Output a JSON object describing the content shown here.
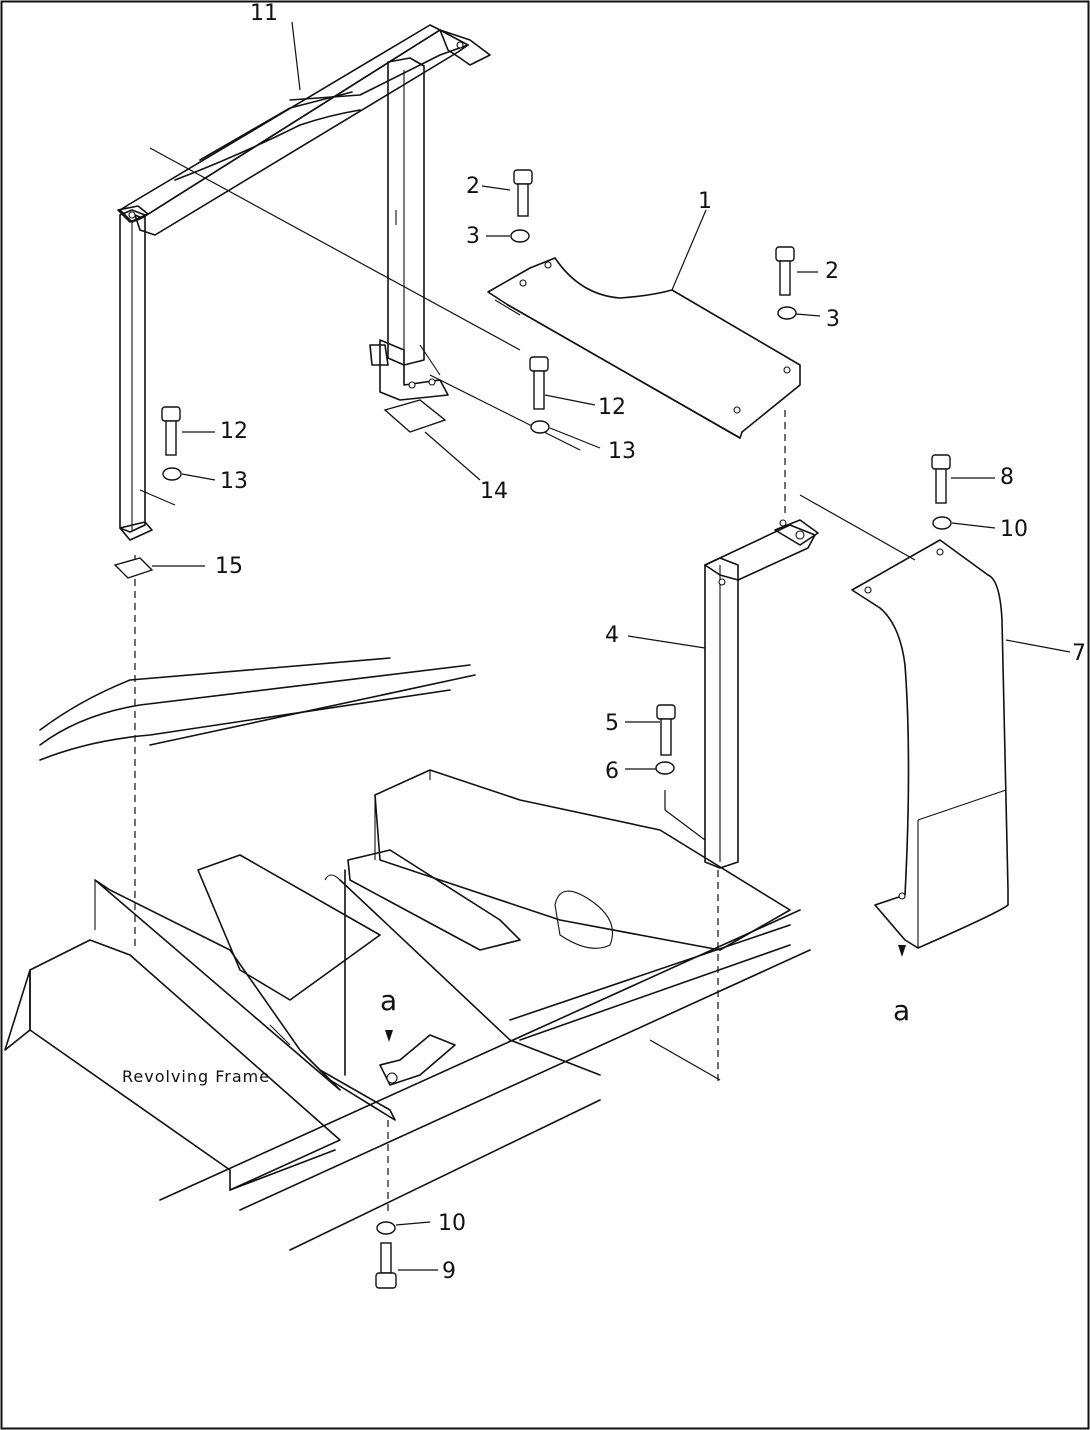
{
  "diagram": {
    "frame_label": "Revolving Frame",
    "view_marker": "a",
    "callouts": {
      "p1": "1",
      "p2": "2",
      "p3": "3",
      "p4": "4",
      "p5": "5",
      "p6": "6",
      "p7": "7",
      "p8": "8",
      "p9": "9",
      "p10": "10",
      "p11": "11",
      "p12": "12",
      "p13": "13",
      "p14": "14",
      "p15": "15"
    }
  }
}
